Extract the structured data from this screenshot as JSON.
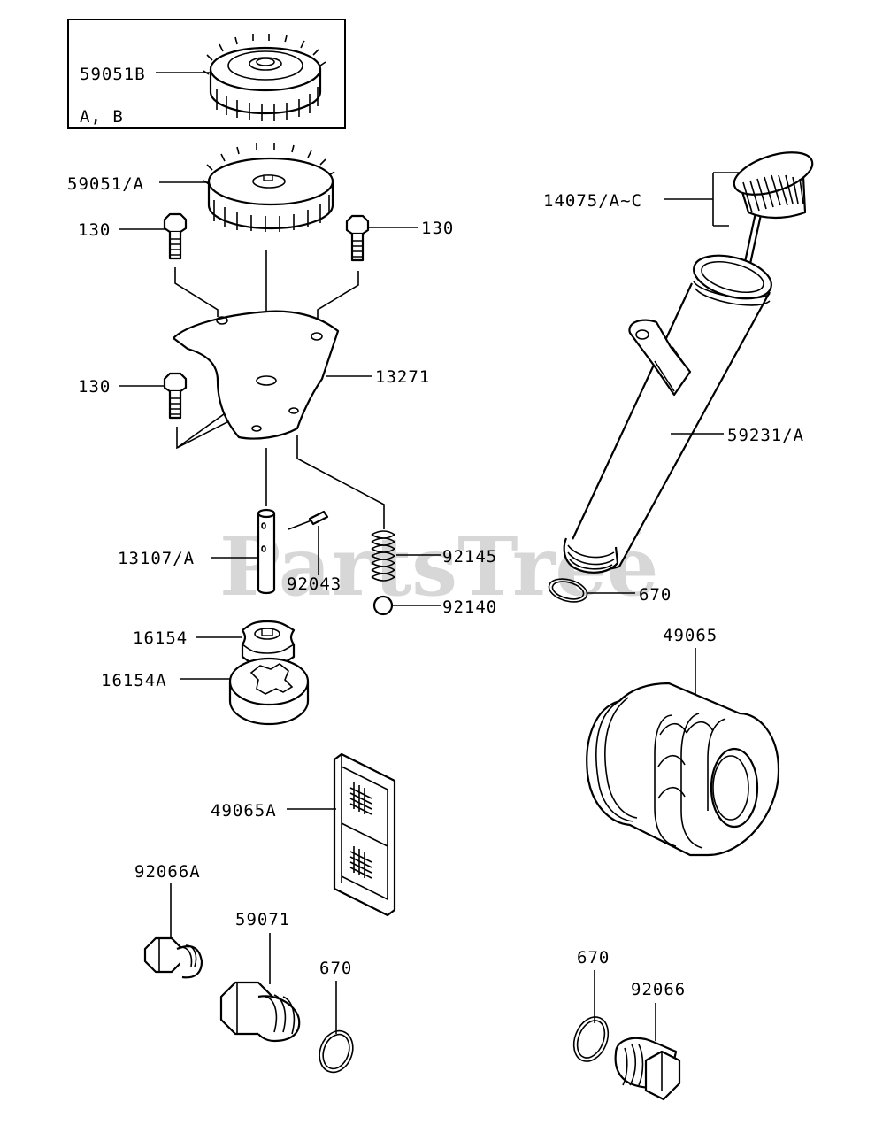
{
  "watermark": {
    "text": "PartsTree",
    "trademark": "™"
  },
  "inset_note": "A, B",
  "labels": {
    "gear_b": "59051B",
    "gear": "59051/A",
    "bolt_left": "130",
    "bolt_right": "130",
    "bolt_lower": "130",
    "cover_plate": "13271",
    "shaft": "13107/A",
    "pin": "92043",
    "spring": "92145",
    "ball": "92140",
    "inner_rotor": "16154",
    "outer_rotor": "16154A",
    "screen": "49065A",
    "plug_a": "92066A",
    "fitting": "59071",
    "oring_bottom_left": "670",
    "dipstick": "14075/A~C",
    "dipstick_tube": "59231/A",
    "oring_tube": "670",
    "oil_filter": "49065",
    "oring_bottom_right": "670",
    "drain_plug": "92066"
  },
  "colors": {
    "ink": "#000000",
    "watermark": "#d7d7d7",
    "paper": "#ffffff"
  }
}
